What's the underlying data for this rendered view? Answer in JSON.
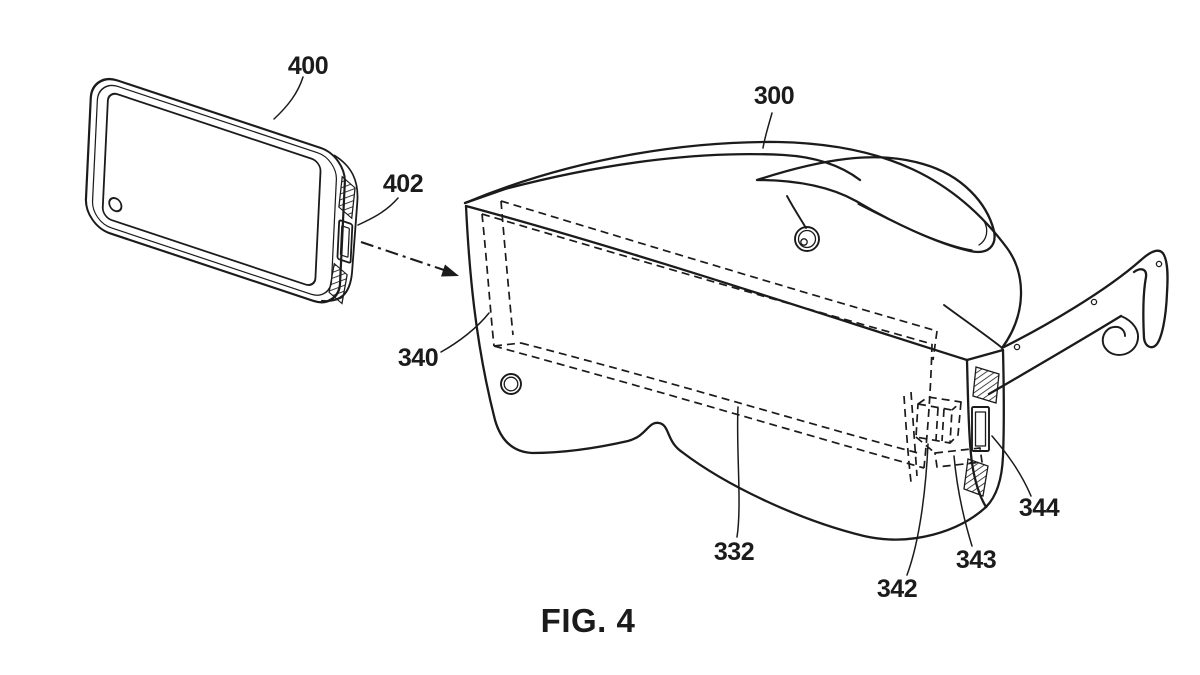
{
  "figure": {
    "caption": "FIG. 4",
    "type": "patent-line-drawing",
    "colors": {
      "line": "#1b1b1b",
      "background": "#ffffff"
    },
    "parts": [
      {
        "ref": "400",
        "target": "smartphone"
      },
      {
        "ref": "402",
        "target": "smartphone-side-connector"
      },
      {
        "ref": "300",
        "target": "head-mounted-display-frame"
      },
      {
        "ref": "340",
        "target": "front-opening-edge"
      },
      {
        "ref": "332",
        "target": "device-recess"
      },
      {
        "ref": "342",
        "target": "internal-connector-block"
      },
      {
        "ref": "343",
        "target": "connector-mount"
      },
      {
        "ref": "344",
        "target": "side-port"
      }
    ],
    "insertion_arrow": {
      "style": "dash-dot",
      "from": "smartphone-connector",
      "to": "recess-corner"
    }
  }
}
